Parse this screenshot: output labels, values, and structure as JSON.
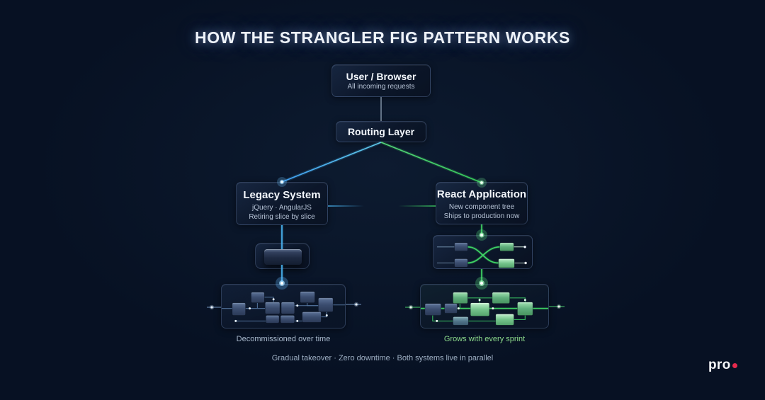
{
  "title": "HOW THE STRANGLER FIG PATTERN WORKS",
  "nodes": {
    "user_browser": {
      "title": "User / Browser",
      "subtitle": "All incoming requests"
    },
    "routing_layer": {
      "title": "Routing Layer"
    },
    "legacy_system": {
      "title": "Legacy System",
      "line1": "jQuery · AngularJS",
      "line2": "Retiring slice by slice",
      "caption": "Decommissioned over time"
    },
    "react_application": {
      "title": "React Application",
      "line1": "New component tree",
      "line2": "Ships to production now",
      "caption": "Grows with every sprint"
    }
  },
  "footer": "Gradual takeover · Zero downtime · Both systems live in parallel",
  "logo": {
    "text": "pro"
  },
  "colors": {
    "background": "#071123",
    "blue": "#49b4f2",
    "green": "#3ed164",
    "title_text": "#eef3fa",
    "muted_text": "#b6c3d6",
    "caption_legacy": "#a9bacd",
    "caption_react": "#8cd98a",
    "footer_text": "#9fb0c4",
    "logo_dot": "#e62a4d"
  }
}
